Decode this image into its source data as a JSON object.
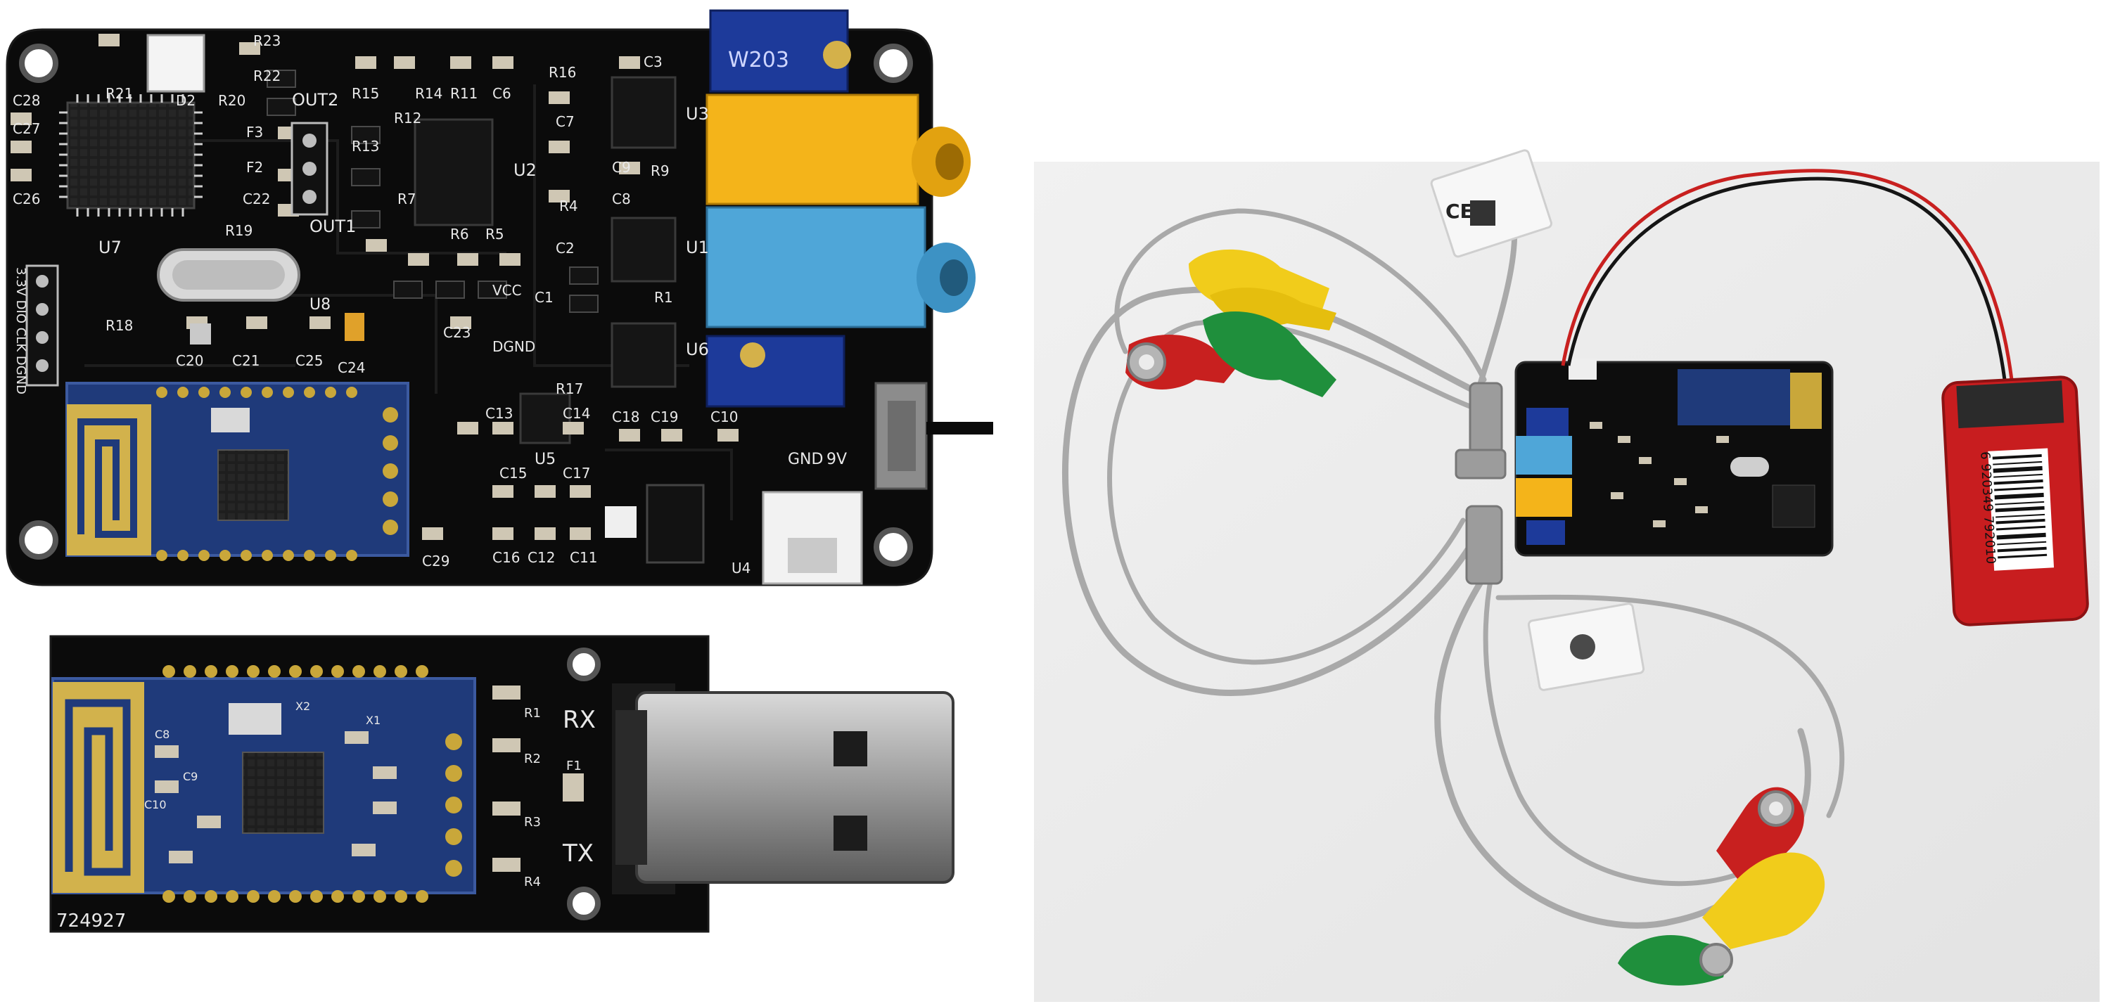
{
  "main_board": {
    "labels": [
      "C28",
      "C27",
      "C26",
      "R21",
      "R23",
      "R22",
      "D2",
      "R20",
      "OUT2",
      "R15",
      "R16",
      "R14",
      "R11",
      "C6",
      "C3",
      "C7",
      "C9",
      "U2",
      "U3",
      "U7",
      "F3",
      "F2",
      "C22",
      "R19",
      "OUT1",
      "R18",
      "R12",
      "R13",
      "R7",
      "R6",
      "R5",
      "R4",
      "C8",
      "R9",
      "C2",
      "R1",
      "C1",
      "U1",
      "C20",
      "C21",
      "C25",
      "C24",
      "C23",
      "U6",
      "R17",
      "C13",
      "C14",
      "C18",
      "C19",
      "C10",
      "C15",
      "C17",
      "C16",
      "C12",
      "C11",
      "C29",
      "U4",
      "U5",
      "U8",
      "9V",
      "GND",
      "VCC",
      "DGND",
      "W203"
    ],
    "header_pins": "3.3V DIO CLK DGND"
  },
  "dongle": {
    "labels": [
      "RX",
      "TX",
      "R1",
      "R2",
      "R3",
      "R4",
      "F1",
      "C8",
      "C10",
      "C9",
      "X2",
      "X1"
    ],
    "serial": "724927"
  },
  "photo": {
    "barcode_number": "6 920349 792010",
    "ce_mark": "CE"
  }
}
